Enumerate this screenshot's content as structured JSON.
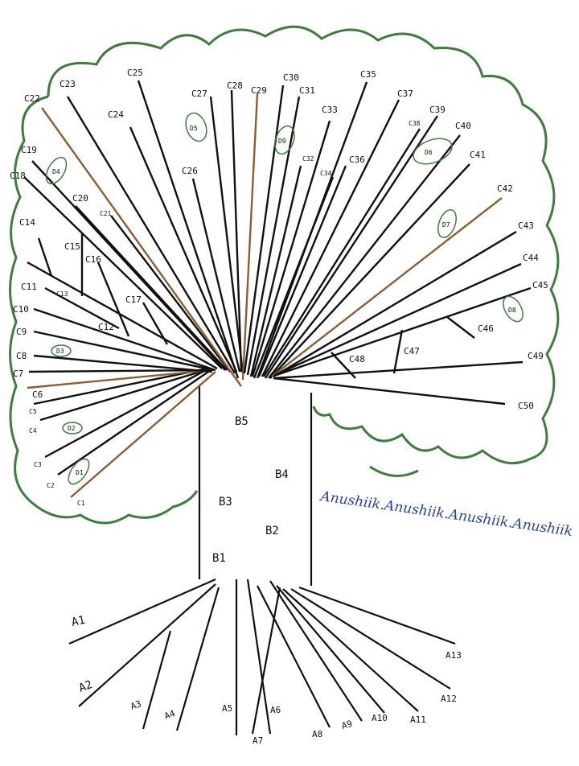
{
  "colors": {
    "canopy": "#3e7d3e",
    "ink": "#111111",
    "highlight": "#8b5e34",
    "credit": "#2b3fa0"
  },
  "credit": "Anushiik.Anushiik.Anushiik.Anushiik",
  "trunk_labels": [
    "B1",
    "B2",
    "B3",
    "B4",
    "B5"
  ],
  "root_labels": [
    "A1",
    "A2",
    "A3",
    "A4",
    "A5",
    "A6",
    "A7",
    "A8",
    "A9",
    "A10",
    "A11",
    "A12",
    "A13"
  ],
  "branch_labels": [
    "C1",
    "C2",
    "C3",
    "C4",
    "C5",
    "C6",
    "C7",
    "C8",
    "C9",
    "C10",
    "C11",
    "C12",
    "C13",
    "C14",
    "C15",
    "C16",
    "C17",
    "C18",
    "C19",
    "C20",
    "C21",
    "C22",
    "C23",
    "C24",
    "C25",
    "C26",
    "C27",
    "C28",
    "C29",
    "C30",
    "C31",
    "C32",
    "C33",
    "C34",
    "C35",
    "C36",
    "C37",
    "C38",
    "C39",
    "C40",
    "C41",
    "C42",
    "C43",
    "C44",
    "C45",
    "C46",
    "C47",
    "C48",
    "C49",
    "C50"
  ],
  "leaf_labels": [
    "D1",
    "D2",
    "D3",
    "D4",
    "D5",
    "D6",
    "D7",
    "D8",
    "D9"
  ]
}
